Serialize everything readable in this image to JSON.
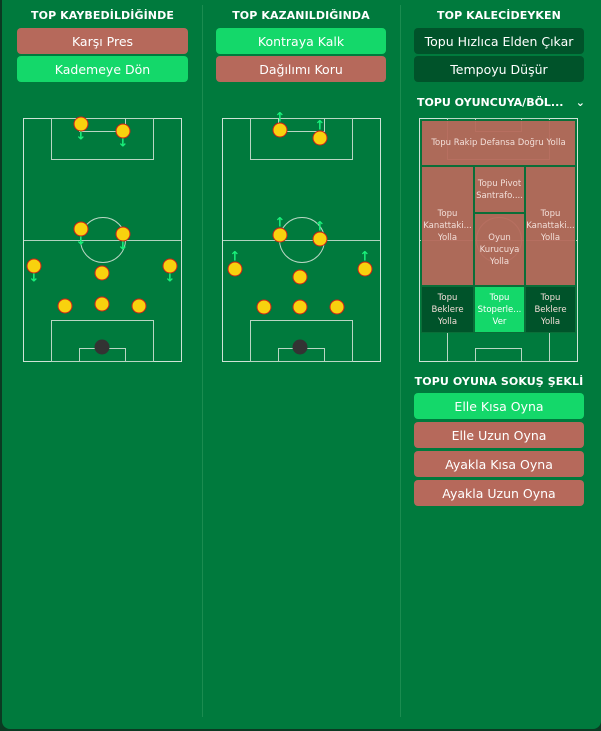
{
  "col1": {
    "title": "TOP KAYBEDİLDİĞİNDE",
    "buttons": [
      "Karşı Pres",
      "Kademeye Dön"
    ]
  },
  "col2": {
    "title": "TOP KAZANILDIĞINDA",
    "buttons": [
      "Kontraya Kalk",
      "Dağılımı Koru"
    ]
  },
  "col3": {
    "title": "TOP KALECİDEYKEN",
    "buttons": [
      "Topu Hızlıca Elden Çıkar",
      "Tempoyu Düşür"
    ],
    "dropdown": "TOPU OYUNCUYA/BÖL...",
    "zones": {
      "top": "Topu Rakip Defansa Doğru Yolla",
      "left": "Topu Kanattaki... Yolla",
      "pivot": "Topu Pivot Santrafo....",
      "playmaker": "Oyun Kurucuya Yolla",
      "right": "Topu Kanattaki... Yolla",
      "fb_left": "Topu Beklere Yolla",
      "cb": "Topu Stoperle... Ver",
      "fb_right": "Topu Beklere Yolla"
    },
    "distribution_title": "TOPU OYUNA SOKUŞ ŞEKLİ",
    "distribution": [
      "Elle Kısa Oyna",
      "Elle Uzun Oyna",
      "Ayakla Kısa Oyna",
      "Ayakla Uzun Oyna"
    ]
  },
  "colors": {
    "selected": "#14d86a",
    "unselected": "#b6695b",
    "neutral": "#00532a"
  }
}
